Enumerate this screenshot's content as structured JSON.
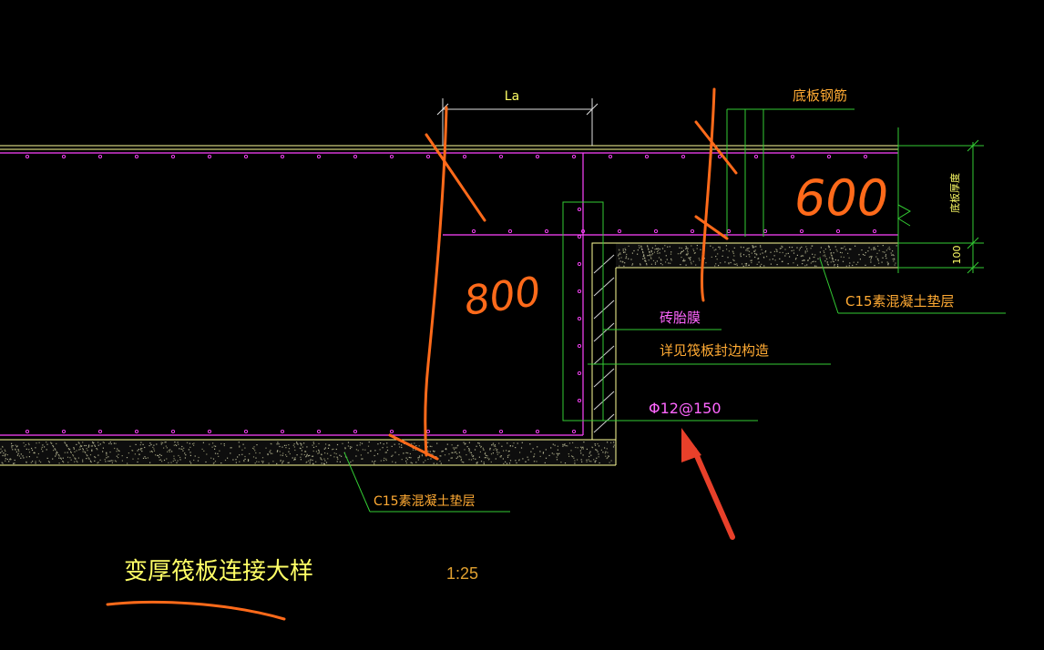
{
  "drawing": {
    "title": "变厚筏板连接大样",
    "scale": "1:25",
    "background": "#000000"
  },
  "labels": {
    "la": "La",
    "bottom_slab_rebar": "底板钢筋",
    "slab_thickness": "底板厚度",
    "pad_thickness": "100",
    "c15_pad_right": "C15素混凝土垫层",
    "c15_pad_bottom": "C15素混凝土垫层",
    "brick_formwork": "砖胎膜",
    "edge_detail_ref": "详见筏板封边构造",
    "rebar_spec": "Φ12@150"
  },
  "annotations": {
    "handwritten_thick": "800",
    "handwritten_thin": "600"
  },
  "colors": {
    "line_yellow": "#ffff99",
    "rebar_magenta": "#ff44ff",
    "leader_green": "#33cc33",
    "text_yellow": "#ffff66",
    "text_magenta": "#ff66ff",
    "text_orange": "#ffaa33",
    "scale_orange": "#e0a030",
    "markup_orange": "#ff6a1a",
    "arrow_red": "#e8402a",
    "dim_white": "#e0e0e0"
  }
}
